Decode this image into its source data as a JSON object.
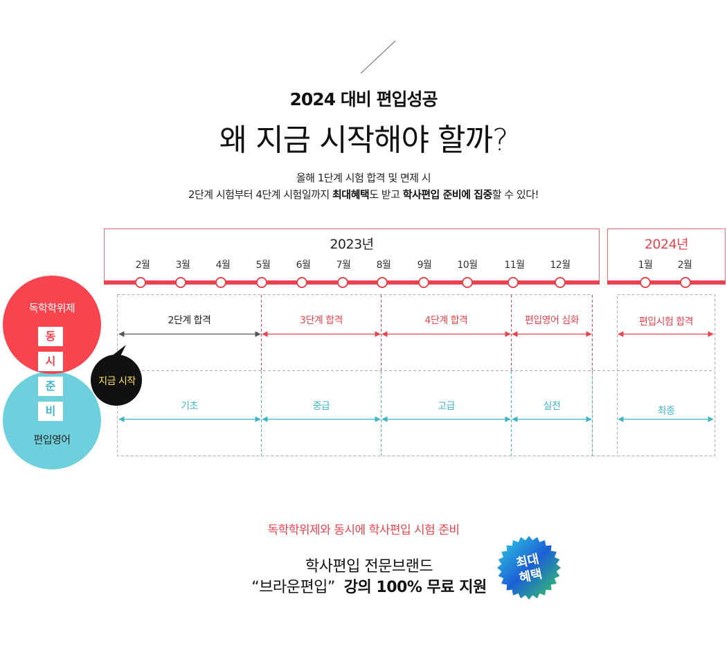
{
  "header": {
    "headline": "2024 대비 편입성공",
    "title": "왜 지금 시작해야 할까?",
    "desc_line1": "올해 1단계 시험 합격 및 면제 시",
    "desc_line2": {
      "p1": "2단계 시험부터 4단계 시험일까지 ",
      "b1": "최대혜택",
      "p2": "도 받고 ",
      "b2": "학사편입 준비에 집중",
      "p3": "할 수 있다!"
    }
  },
  "timeline": {
    "year_2023": "2023년",
    "year_2024": "2024년",
    "months_2023": [
      "2월",
      "3월",
      "4월",
      "5월",
      "6월",
      "7월",
      "8월",
      "9월",
      "10월",
      "11월",
      "12월"
    ],
    "months_2024": [
      "1월",
      "2월"
    ],
    "degree_phases": [
      "2단계 합격",
      "3단계 합격",
      "4단계 합격",
      "편입영어 심화",
      "편입시험 합격"
    ],
    "english_phases": [
      "기초",
      "중급",
      "고급",
      "실전",
      "최종"
    ],
    "accent_red": "#e9444e",
    "accent_blue": "#3fb6c6"
  },
  "sidebar": {
    "circle_top_label": "독학학위제",
    "circle_bottom_label": "편입영어",
    "vertical_chars": [
      "동",
      "시",
      "준",
      "비"
    ],
    "bubble_text": "지금 시작"
  },
  "footer": {
    "red_line": "독학학위제와 동시에 학사편입 시험 준비",
    "line1": "학사편입 전문브랜드",
    "line2_quote": "“브라운편입”",
    "line2_bold": "강의 100% 무료 지원",
    "badge_line1": "최대",
    "badge_line2": "혜택"
  }
}
